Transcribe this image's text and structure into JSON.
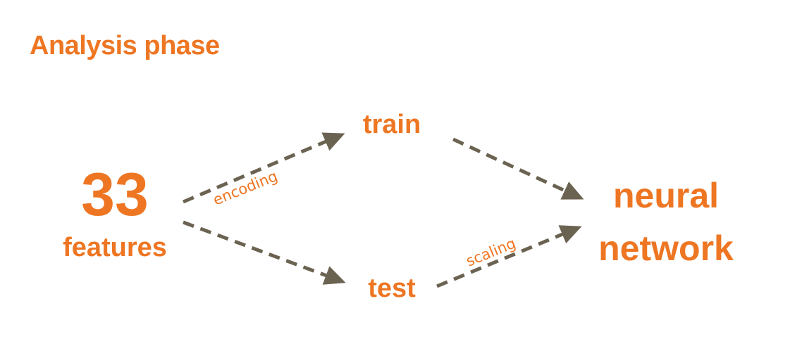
{
  "title": "Analysis phase",
  "nodes": {
    "features_count": "33",
    "features_label": "features",
    "train": "train",
    "test": "test",
    "neural": "neural",
    "network": "network"
  },
  "edge_labels": {
    "encoding": "encoding",
    "scaling": "scaling"
  },
  "colors": {
    "accent": "#ee7623",
    "arrow": "#6b6351"
  }
}
